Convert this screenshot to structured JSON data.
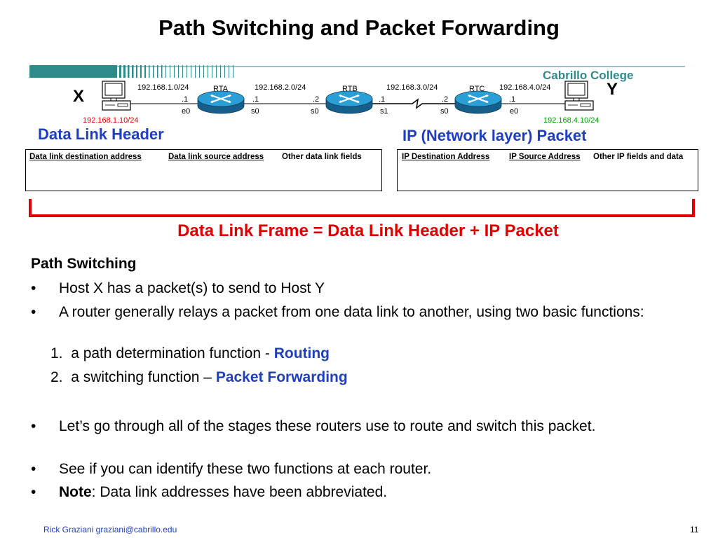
{
  "title": "Path Switching and Packet Forwarding",
  "banner": {
    "text": "Cabrillo College"
  },
  "topology": {
    "host_x": {
      "label": "X",
      "ip": "192.168.1.10/24"
    },
    "host_y": {
      "label": "Y",
      "ip": "192.168.4.10/24"
    },
    "routers": [
      {
        "name": "RTA",
        "left_if": "e0",
        "left_addr": ".1",
        "right_if": "s0",
        "right_addr": ".1"
      },
      {
        "name": "RTB",
        "left_if": "s0",
        "left_addr": ".2",
        "right_if": "s1",
        "right_addr": ".1"
      },
      {
        "name": "RTC",
        "left_if": "s0",
        "left_addr": ".2",
        "right_if": "e0",
        "right_addr": ".1"
      }
    ],
    "networks": [
      "192.168.1.0/24",
      "192.168.2.0/24",
      "192.168.3.0/24",
      "192.168.4.0/24"
    ],
    "colors": {
      "router": "#1e8fc8",
      "host_x_ip": "#e00000",
      "host_y_ip": "#00a000"
    }
  },
  "data_link_header": {
    "title": "Data Link Header",
    "fields": [
      "Data link destination address",
      "Data link source address",
      "Other data link fields"
    ]
  },
  "ip_packet": {
    "title": "IP (Network layer) Packet",
    "fields": [
      "IP Destination Address",
      "IP Source Address",
      "Other IP fields and data"
    ]
  },
  "equation": "Data Link Frame = Data Link Header + IP Packet",
  "section_heading": "Path Switching",
  "bullets": [
    "Host X has a packet(s) to send to Host Y",
    "A router generally relays a packet from one data link to another, using two basic functions:"
  ],
  "numbered": [
    {
      "num": "1.",
      "text": "a path determination function - ",
      "highlight": "Routing"
    },
    {
      "num": "2.",
      "text": "a switching function – ",
      "highlight": "Packet Forwarding"
    }
  ],
  "bullets2": [
    "Let’s go through all of the stages these routers use to route and switch this packet.",
    "See if you can identify these two functions at each router."
  ],
  "note": {
    "bold": "Note",
    "text": ": Data link addresses have been abbreviated."
  },
  "footer": {
    "author": "Rick Graziani  graziani@cabrillo.edu",
    "page": "11"
  },
  "colors": {
    "accent_blue": "#1f3fbf",
    "accent_red": "#e00000",
    "banner_teal": "#2f8a8a"
  }
}
